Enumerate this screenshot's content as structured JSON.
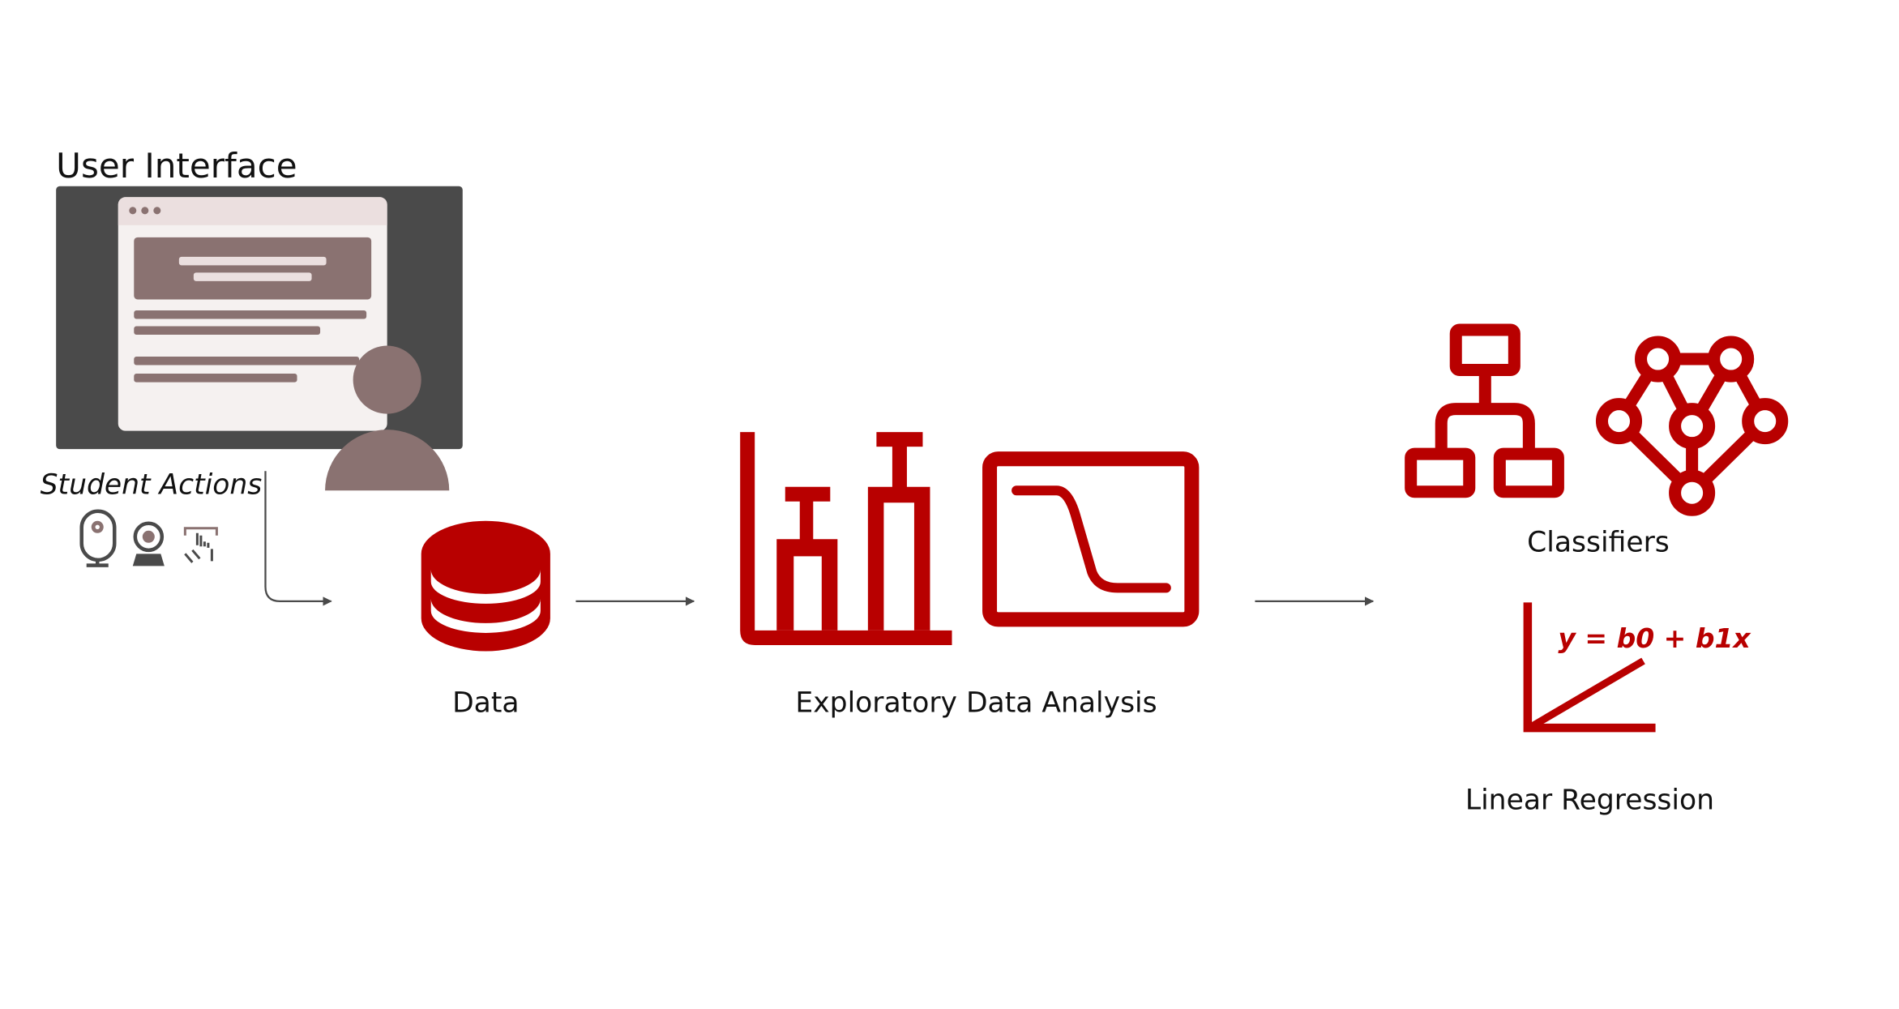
{
  "user_interface": {
    "title": "User Interface"
  },
  "student_actions": {
    "label": "Student Actions",
    "icons": [
      "microphone-icon",
      "webcam-icon",
      "touch-click-icon"
    ]
  },
  "stages": {
    "data": {
      "label": "Data",
      "icon": "database-icon"
    },
    "eda": {
      "label": "Exploratory Data Analysis",
      "icons": [
        "bar-chart-icon",
        "curve-chart-icon"
      ]
    },
    "classifiers": {
      "label": "Classifiers",
      "icons": [
        "decision-tree-icon",
        "neural-network-icon"
      ]
    },
    "regression": {
      "label": "Linear Regression",
      "equation": "y = b0 + b1x"
    }
  },
  "colors": {
    "accent": "#b80000",
    "monitor": "#4a4a4a",
    "muted": "#8a7271",
    "card": "#f5f1f0",
    "card_header": "#ebdfdf",
    "arrow": "#4a4a4a"
  }
}
